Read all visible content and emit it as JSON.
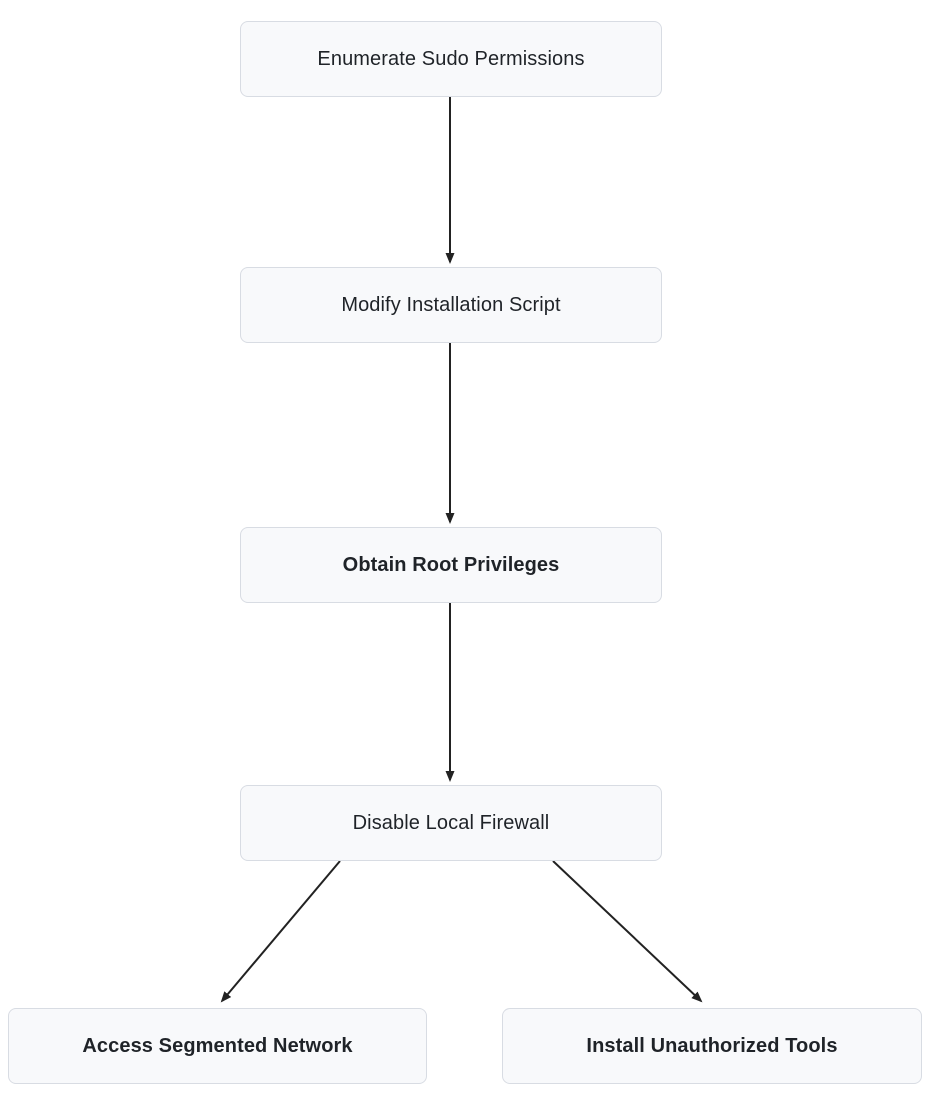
{
  "diagram": {
    "type": "flowchart",
    "direction": "top-down",
    "nodes": [
      {
        "id": "enumerate-sudo-permissions",
        "label": "Enumerate Sudo Permissions",
        "emphasis": "normal"
      },
      {
        "id": "modify-installation-script",
        "label": "Modify Installation Script",
        "emphasis": "normal"
      },
      {
        "id": "obtain-root-privileges",
        "label": "Obtain Root Privileges",
        "emphasis": "bold"
      },
      {
        "id": "disable-local-firewall",
        "label": "Disable Local Firewall",
        "emphasis": "normal"
      },
      {
        "id": "access-segmented-network",
        "label": "Access Segmented Network",
        "emphasis": "bold"
      },
      {
        "id": "install-unauthorized-tools",
        "label": "Install Unauthorized Tools",
        "emphasis": "bold"
      }
    ],
    "edges": [
      {
        "from": "enumerate-sudo-permissions",
        "to": "modify-installation-script"
      },
      {
        "from": "modify-installation-script",
        "to": "obtain-root-privileges"
      },
      {
        "from": "obtain-root-privileges",
        "to": "disable-local-firewall"
      },
      {
        "from": "disable-local-firewall",
        "to": "access-segmented-network"
      },
      {
        "from": "disable-local-firewall",
        "to": "install-unauthorized-tools"
      }
    ],
    "colors": {
      "background": "#ffffff",
      "node_fill": "#f8f9fb",
      "node_border": "#d8dce3",
      "node_text": "#1f2328",
      "arrow": "#222222"
    }
  }
}
